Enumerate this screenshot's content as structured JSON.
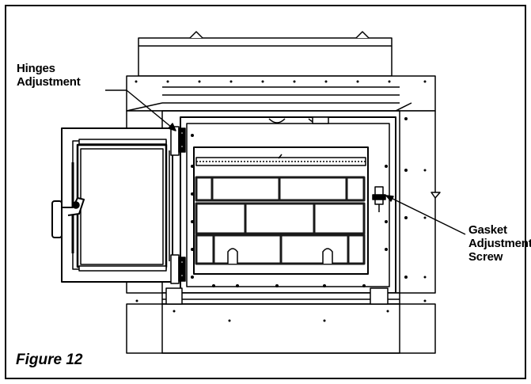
{
  "callouts": {
    "hinges": {
      "line1": "Hinges",
      "line2": "Adjustment"
    },
    "gasket": {
      "line1": "Gasket",
      "line2": "Adjustment",
      "line3": "Screw"
    }
  },
  "figure": {
    "caption": "Figure 12"
  },
  "colors": {
    "ink": "#000000",
    "paper": "#ffffff",
    "brick_fill": "#ffffff",
    "brick_mortar": "#1a1a1a"
  },
  "icons": [
    "hinge-icon",
    "door-handle-icon",
    "latch-icon"
  ]
}
